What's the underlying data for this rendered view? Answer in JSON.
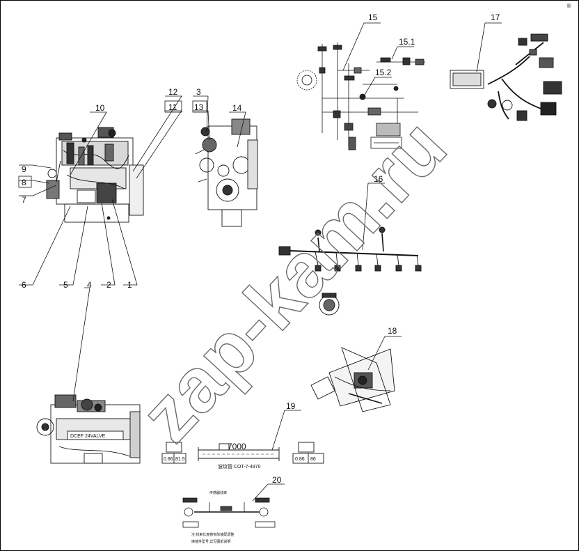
{
  "callouts": {
    "c1": "1",
    "c2": "2",
    "c3": "3",
    "c4": "4",
    "c5": "5",
    "c6": "6",
    "c7": "7",
    "c8": "8",
    "c9": "9",
    "c10": "10",
    "c11": "11",
    "c12": "12",
    "c13": "13",
    "c14": "14",
    "c15": "15",
    "c15_1": "15.1",
    "c15_2": "15.2",
    "c16": "16",
    "c17": "17",
    "c18": "18",
    "c19": "19",
    "c20": "20"
  },
  "engine_plate": "DCEF 24VALVE",
  "hose": {
    "length": "7000",
    "name": "波纹管 COT-7-4970",
    "left_tag_a": "0.86",
    "left_tag_b": "81.5",
    "right_tag_a": "0.86",
    "right_tag_b": "86"
  },
  "harness20": {
    "title": "传感器线束",
    "note_1": "注:线束长度按实际装配调整",
    "note_2": "接插件型号,详见图纸说明"
  },
  "watermark": "zap-kam.ru",
  "corner_mark": "图"
}
